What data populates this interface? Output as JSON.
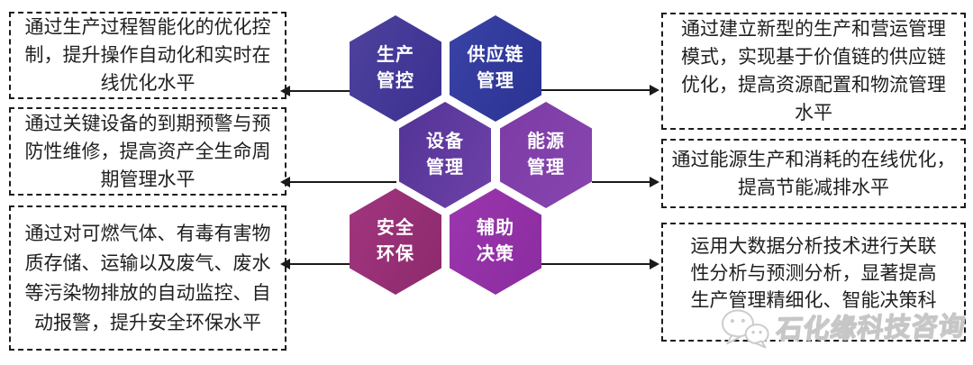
{
  "hexagons": [
    {
      "name": "production-control",
      "label": "生产\n管控",
      "color_start": "#4f429e",
      "color_end": "#3a3090"
    },
    {
      "name": "supply-chain",
      "label": "供应链\n管理",
      "color_start": "#3a43a6",
      "color_end": "#2a3292"
    },
    {
      "name": "equipment",
      "label": "设备\n管理",
      "color_start": "#523496",
      "color_end": "#6f41a8"
    },
    {
      "name": "energy",
      "label": "能源\n管理",
      "color_start": "#7c3ba5",
      "color_end": "#8845af"
    },
    {
      "name": "safety-environment",
      "label": "安全\n环保",
      "color_start": "#a23580",
      "color_end": "#8c2a6b"
    },
    {
      "name": "decision-support",
      "label": "辅助\n决策",
      "color_start": "#9c36ae",
      "color_end": "#8a2c9f"
    }
  ],
  "left_boxes": [
    {
      "lines": [
        "通过生产过程智能化的优化控",
        "制，提升操作自动化和实时在",
        "线优化水平"
      ]
    },
    {
      "lines": [
        "通过关键设备的到期预警与预",
        "防性维修，提高资产全生命周",
        "期管理水平"
      ]
    },
    {
      "lines": [
        "通过对可燃气体、有毒有害物",
        "质存储、运输以及废气、废水",
        "等污染物排放的自动监控、自",
        "动报警，提升安全环保水平"
      ]
    }
  ],
  "right_boxes": [
    {
      "lines": [
        "通过建立新型的生产和营运管理",
        "模式，实现基于价值链的供应链",
        "优化，提高资源配置和物流管理",
        "水平"
      ]
    },
    {
      "lines": [
        "通过能源生产和消耗的在线优化，",
        "提高节能减排水平"
      ]
    },
    {
      "lines": [
        "运用大数据分析技术进行关联",
        "性分析与预测分析，显著提高",
        "生产管理精细化、智能决策科"
      ]
    }
  ],
  "watermark": {
    "text": "石化缘科技咨询",
    "icon_color": "#cccccc"
  },
  "colors": {
    "line": "#1a1a1a",
    "box_border": "#1c1c1c",
    "box_text": "#1f1f1f",
    "hex_text": "#ffffff"
  }
}
